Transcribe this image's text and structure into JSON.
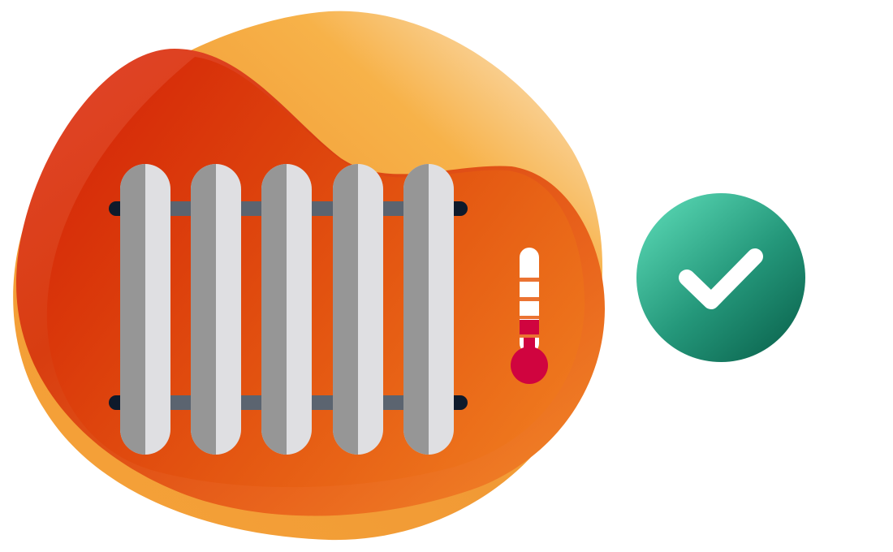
{
  "illustration": {
    "subject": "radiator-with-thermometer",
    "status_icon": "check-icon",
    "radiator_fins": 5,
    "thermometer_level": 0.4
  },
  "colors": {
    "background": "#ffffff",
    "blob_dark_red": "#d42a07",
    "blob_red_light": "#e2452e",
    "blob_orange": "#ef7a1e",
    "blob_amber": "#f8b24c",
    "blob_peach": "#f9d4a0",
    "fin_shadow": "#969696",
    "fin_light": "#dfdfe2",
    "pipe": "#0e1a2b",
    "pipe_light": "#5b6470",
    "thermometer_white": "#ffffff",
    "thermometer_red": "#d0043f",
    "badge_top": "#4fcdaa",
    "badge_bottom": "#0f6e57",
    "check": "#ffffff"
  }
}
